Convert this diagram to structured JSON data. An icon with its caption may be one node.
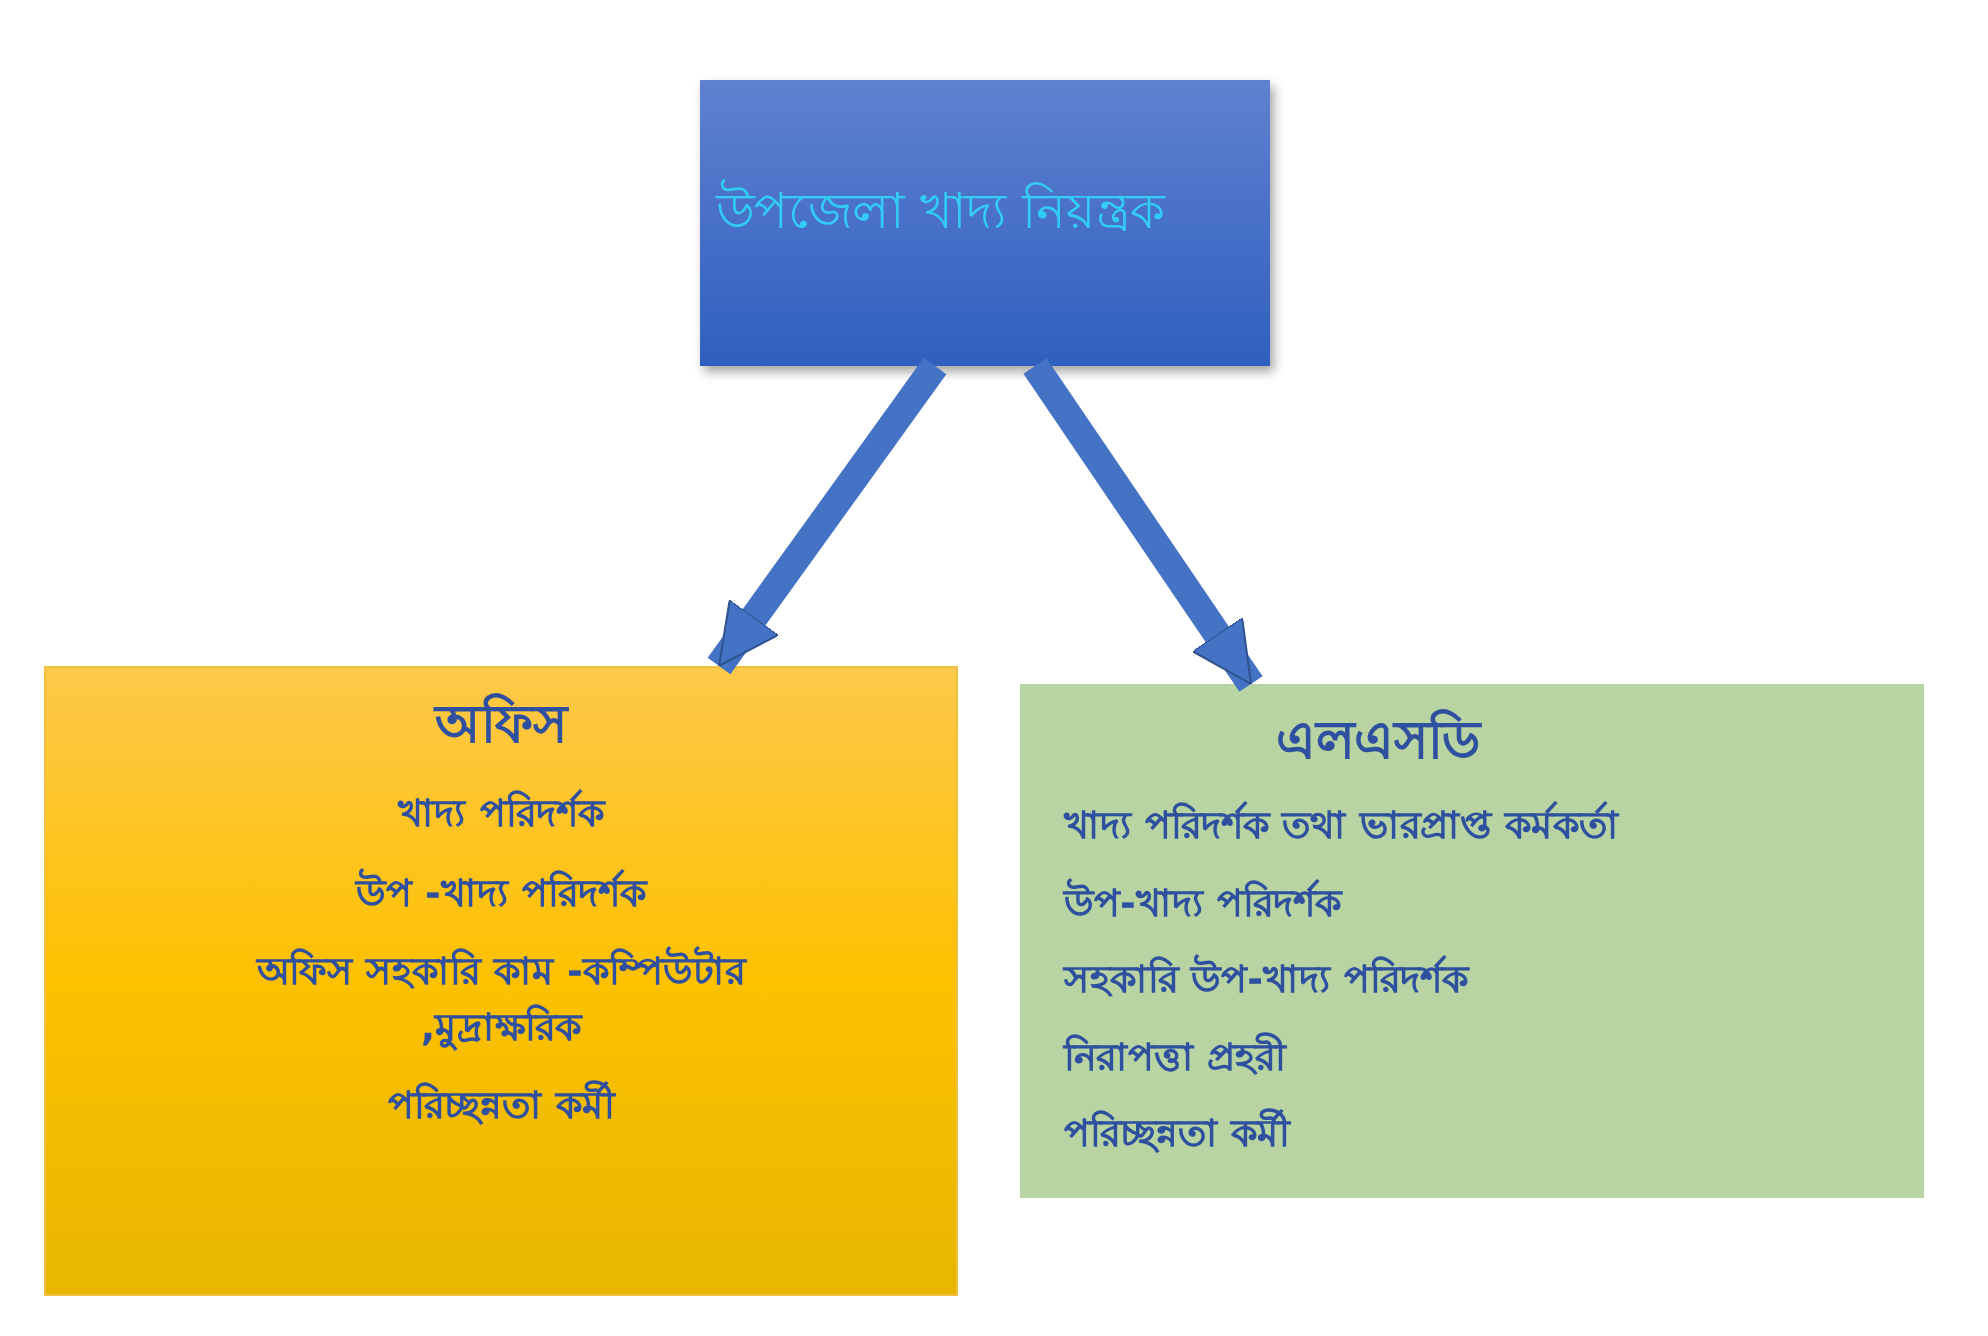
{
  "diagram": {
    "nodes": [
      {
        "text": [
          "উপজেলা খাদ্য নিয়ন্ত্রক"
        ]
      },
      {
        "text": [
          "অফিস",
          "খাদ্য পরিদর্শক",
          "উপ -খাদ্য পরিদর্শক",
          "অফিস সহকারি কাম -কম্পিউটার ,মুদ্রাক্ষরিক",
          "পরিচ্ছন্নতা কর্মী"
        ]
      },
      {
        "text": [
          "এলএসডি",
          "খাদ্য পরিদর্শক তথা ভারপ্রাপ্ত কর্মকর্তা",
          "উপ-খাদ্য পরিদর্শক",
          "সহকারি উপ-খাদ্য পরিদর্শক",
          "নিরাপত্তা প্রহরী",
          "পরিচ্ছন্নতা কর্মী"
        ]
      }
    ],
    "edges": [
      {
        "from": 0,
        "to": 1,
        "arrow": "to"
      },
      {
        "from": 0,
        "to": 2,
        "arrow": "to"
      }
    ]
  }
}
